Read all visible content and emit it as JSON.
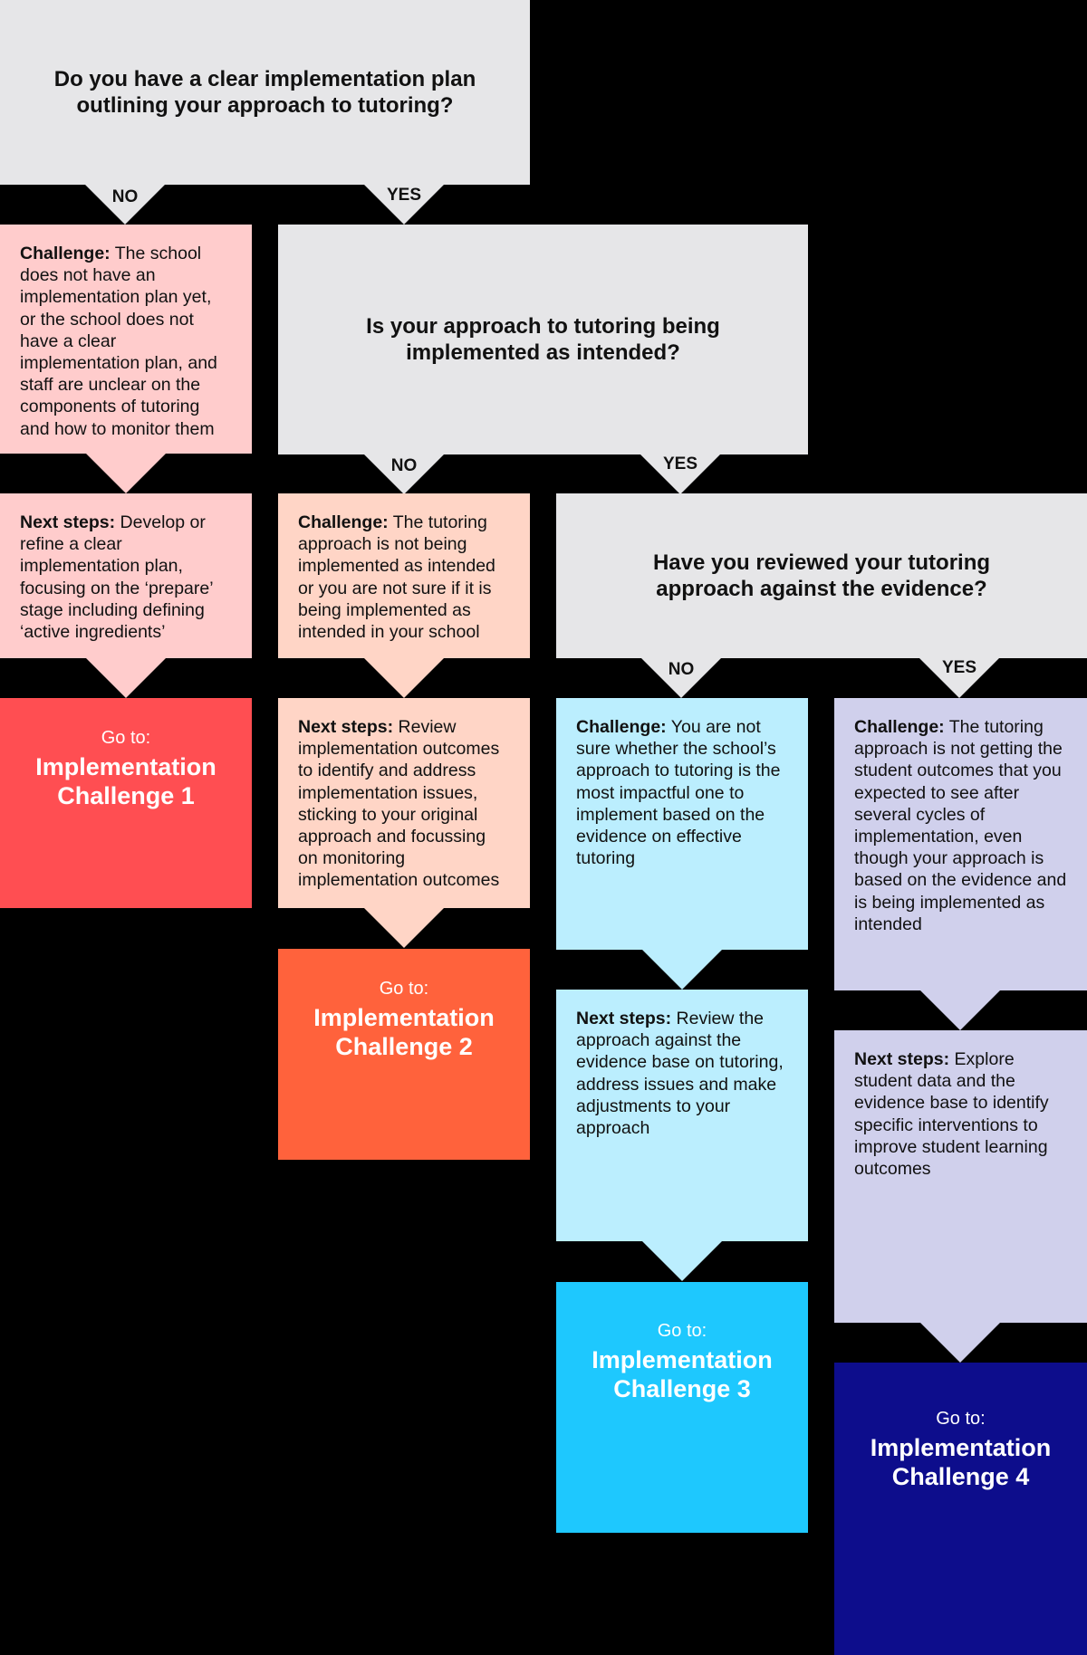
{
  "q1": {
    "line1": "Do you have a clear implementation plan",
    "line2": "outlining your approach to tutoring?"
  },
  "q2": {
    "line1": "Is your approach to tutoring being",
    "line2": "implemented as intended?"
  },
  "q3": {
    "line1": "Have you reviewed your tutoring",
    "line2": "approach against the evidence?"
  },
  "labels": {
    "no": "NO",
    "yes": "YES"
  },
  "branch1": {
    "challenge_label": "Challenge:",
    "challenge_text": " The school does not have an implementation plan yet, or the school does not have a clear implementation plan, and staff are unclear on the components of tutoring and how to monitor them",
    "next_label": "Next steps:",
    "next_text": " Develop or refine a clear implementation plan, focusing on the ‘prepare’ stage including defining ‘active ingredients’",
    "goto": "Go to:",
    "target": "Implementation Challenge 1"
  },
  "branch2": {
    "challenge_label": "Challenge:",
    "challenge_text": " The tutoring approach is not being implemented as intended or you are not sure if it is being implemented as intended in your school",
    "next_label": "Next steps:",
    "next_text": " Review implementation outcomes to identify and address implementation issues, sticking to your original approach and focussing on monitoring implementation outcomes",
    "goto": "Go to:",
    "target": "Implementation Challenge 2"
  },
  "branch3": {
    "challenge_label": "Challenge:",
    "challenge_text": " You are not sure whether the school’s approach to tutoring is the most impactful one to implement based on the evidence on effective tutoring",
    "next_label": "Next steps:",
    "next_text": " Review the approach against the evidence base on tutoring, address issues and make adjustments to your approach",
    "goto": "Go to:",
    "target": "Implementation Challenge 3"
  },
  "branch4": {
    "challenge_label": "Challenge:",
    "challenge_text": " The tutoring approach is not getting the student outcomes that you expected to see after several cycles of implementation, even though your approach is based on the evidence and is being implemented as intended",
    "next_label": "Next steps:",
    "next_text": " Explore student data and the evidence base to identify specific interventions to improve student learning outcomes",
    "goto": "Go to:",
    "target": "Implementation Challenge 4"
  },
  "colors": {
    "question": "#e6e6e8",
    "pink": "#ffcccc",
    "peach": "#ffd5c6",
    "light_blue": "#bbeefe",
    "lavender": "#d0d0ec",
    "red": "#ff4e52",
    "orange": "#ff623c",
    "cyan": "#1ec8fe",
    "navy": "#0d0d8c"
  }
}
